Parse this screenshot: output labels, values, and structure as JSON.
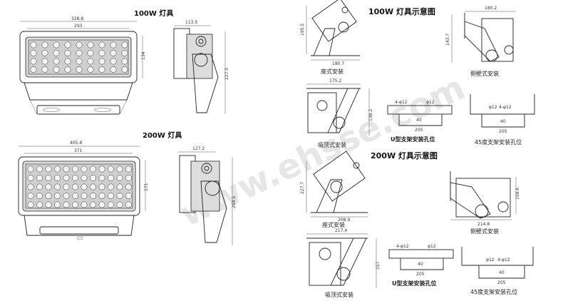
{
  "titles": {
    "w100": "100W 灯具",
    "w200": "200W 灯具",
    "w100_install": "100W 灯具示意图",
    "w200_install": "200W 灯具示意图"
  },
  "dims_100": {
    "front_width": "328.8",
    "front_inner": "293",
    "front_height": "134",
    "side_width": "113.5",
    "side_height": "227.5"
  },
  "dims_200": {
    "front_width": "405.8",
    "front_inner": "371",
    "front_height": "171",
    "side_width": "127.2",
    "side_height": "269.5"
  },
  "install_100": {
    "seat_h": "195.5",
    "seat_w": "180.7",
    "wall_w": "180.2",
    "wall_h": "143.7",
    "ceiling_w": "175.2",
    "ceiling_h": "138.2",
    "u_a": "4-φ12",
    "u_b": "φ12",
    "u_c": "40",
    "u_d": "205",
    "d45_a": "4-φ12",
    "d45_b": "φ12",
    "d45_c": "40",
    "d45_d": "205"
  },
  "install_200": {
    "seat_h": "227.7",
    "seat_w": "208.9",
    "wall_h": "158.6",
    "wall_w": "214.8",
    "ceiling_w": "217.4",
    "ceiling_h": "157",
    "u_a": "4-φ12",
    "u_b": "φ12",
    "u_c": "40",
    "u_d": "205",
    "d45_a": "4-φ12",
    "d45_b": "φ12",
    "d45_c": "40",
    "d45_d": "205"
  },
  "captions": {
    "seat": "座式安装",
    "wall": "侧壁式安装",
    "ceiling": "吸顶式安装",
    "u_hole": "U型支架安装孔位",
    "hole45": "45度支架安装孔位"
  },
  "watermark": "www.ehsse.com"
}
